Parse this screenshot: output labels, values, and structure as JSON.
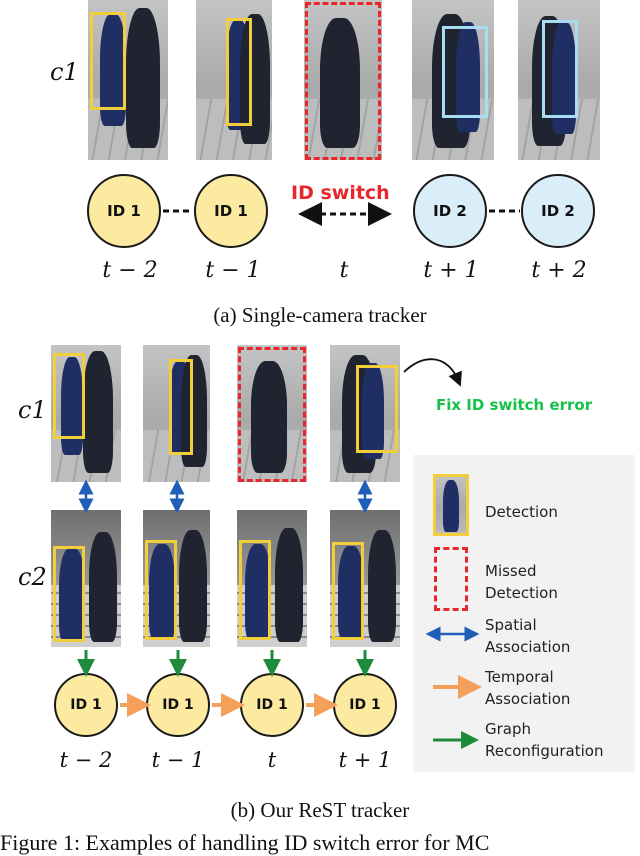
{
  "top": {
    "camera_label": "c1",
    "id_switch_label": "ID switch",
    "nodes": [
      {
        "label": "ID 1",
        "time": "t − 2",
        "color": "#fbeaa0"
      },
      {
        "label": "ID 1",
        "time": "t − 1",
        "color": "#fbeaa0"
      },
      {
        "label": "",
        "time": "t",
        "color": ""
      },
      {
        "label": "ID 2",
        "time": "t + 1",
        "color": "#d9eef8"
      },
      {
        "label": "ID 2",
        "time": "t + 2",
        "color": "#d9eef8"
      }
    ],
    "caption": "(a) Single-camera tracker"
  },
  "bottom": {
    "camera_labels": [
      "c1",
      "c2"
    ],
    "fix_label": "Fix ID switch error",
    "nodes": [
      {
        "label": "ID 1",
        "time": "t − 2"
      },
      {
        "label": "ID 1",
        "time": "t − 1"
      },
      {
        "label": "ID 1",
        "time": "t"
      },
      {
        "label": "ID 1",
        "time": "t + 1"
      }
    ],
    "caption": "(b) Our ReST tracker"
  },
  "legend": {
    "detection": "Detection",
    "missed": "Missed Detection",
    "spatial": "Spatial Association",
    "temporal": "Temporal Association",
    "graph": "Graph Reconfiguration"
  },
  "footer_text": "Figure 1: Examples of handling ID switch error for MC",
  "colors": {
    "detection": "#f2cf3a",
    "detection_alt": "#a8dcf0",
    "missed": "#e8262b",
    "spatial": "#1f5fb8",
    "temporal": "#f5a05a",
    "graph": "#1e8a3c",
    "fix_text": "#16c24a",
    "node_yellow": "#fbeaa0",
    "node_blue": "#d9eef8"
  }
}
